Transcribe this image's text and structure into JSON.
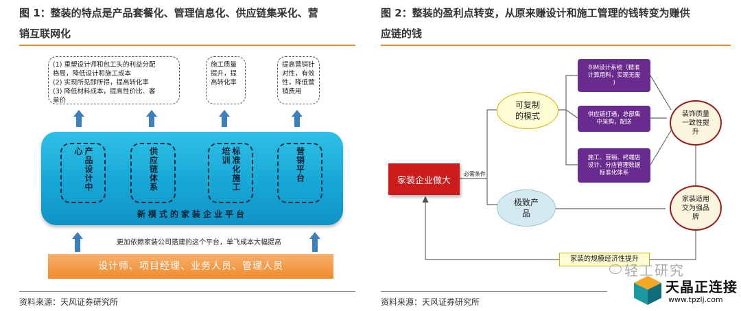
{
  "left": {
    "title_line1": "图 1：整装的特点是产品套餐化、管理信息化、供应链集采化、营",
    "title_line2": "销互联网化",
    "notes": [
      [
        "(1) 重塑设计师和包工头的利益分配",
        "格局，降低设计和施工成本",
        "(2) 实现所见即所得，提高转化率",
        "(3) 降低材料成本，提高性价比、客",
        "单价"
      ],
      [
        "施工质量",
        "提升，提",
        "高转化率"
      ],
      [
        "提高营销针",
        "对性，有效",
        "性，降低营",
        "销费用"
      ]
    ],
    "platform_label": "新模式的家装企业平台",
    "pillars": [
      "产品设计中心",
      "供应链体系",
      "标准化施工培训",
      "营销平台"
    ],
    "support_text": "更加依赖家装公司搭建的这个平台，单飞成本大幅提高",
    "roles_bar": "设计师、项目经理、业务人员、管理人员",
    "source": "资料来源：天风证券研究所"
  },
  "right": {
    "title_line1": "图 2：整装的盈利点转变，从原来赚设计和施工管理的钱转变为赚供",
    "title_line2": "应链的钱",
    "root": "家装企业做大",
    "condition": "必需条件",
    "replicable": [
      "可复制",
      "的模式"
    ],
    "ultimate": [
      "极致产",
      "品"
    ],
    "purple_boxes": [
      [
        "BIM设计系统（精准",
        "计算用料，实现无废",
        ")"
      ],
      [
        "供应链打通，总部集",
        "中采购，配送"
      ],
      [
        "施工、营销、终端店",
        "设计、分店管理数据",
        "标准化体系"
      ]
    ],
    "quality_oval": [
      "装饰质量",
      "一致性提",
      "升"
    ],
    "edge_oval": [
      "家装适用",
      "交为强品",
      "牌"
    ],
    "scale_bar": "家装的规模经济性提升",
    "source": "资料来源：天风证券研究所"
  },
  "watermark": {
    "wechat_text": "轻工研究",
    "logo_title": "天晶正连接",
    "logo_url": "www.tpzlj.com"
  },
  "colors": {
    "accent_rule": "#e8892a",
    "platform_blue": "#17a7d6",
    "arrow_blue": "#3b7fbf",
    "roles_orange": "#f08a2c",
    "root_red": "#cc1b1b",
    "purple": "#6a2b8e"
  }
}
